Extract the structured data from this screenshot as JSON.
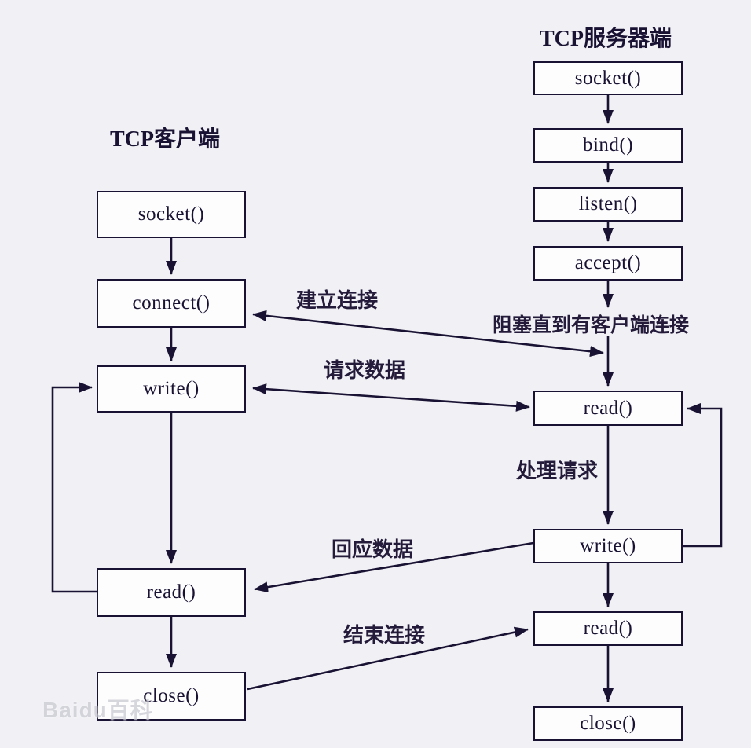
{
  "diagram": {
    "client": {
      "title": "TCP客户端",
      "boxes": [
        "socket()",
        "connect()",
        "write()",
        "read()",
        "close()"
      ]
    },
    "server": {
      "title": "TCP服务器端",
      "boxes": [
        "socket()",
        "bind()",
        "listen()",
        "accept()",
        "read()",
        "write()",
        "read()",
        "close()"
      ]
    },
    "edge_labels": {
      "establish": "建立连接",
      "block": "阻塞直到有客户端连接",
      "request": "请求数据",
      "process": "处理请求",
      "response": "回应数据",
      "finish": "结束连接"
    },
    "watermark": "Baidu百科",
    "colors": {
      "line": "#1a1233",
      "background": "#f1f1f5",
      "box_fill": "#fdfdfe",
      "watermark": "#c9c9d2"
    }
  }
}
